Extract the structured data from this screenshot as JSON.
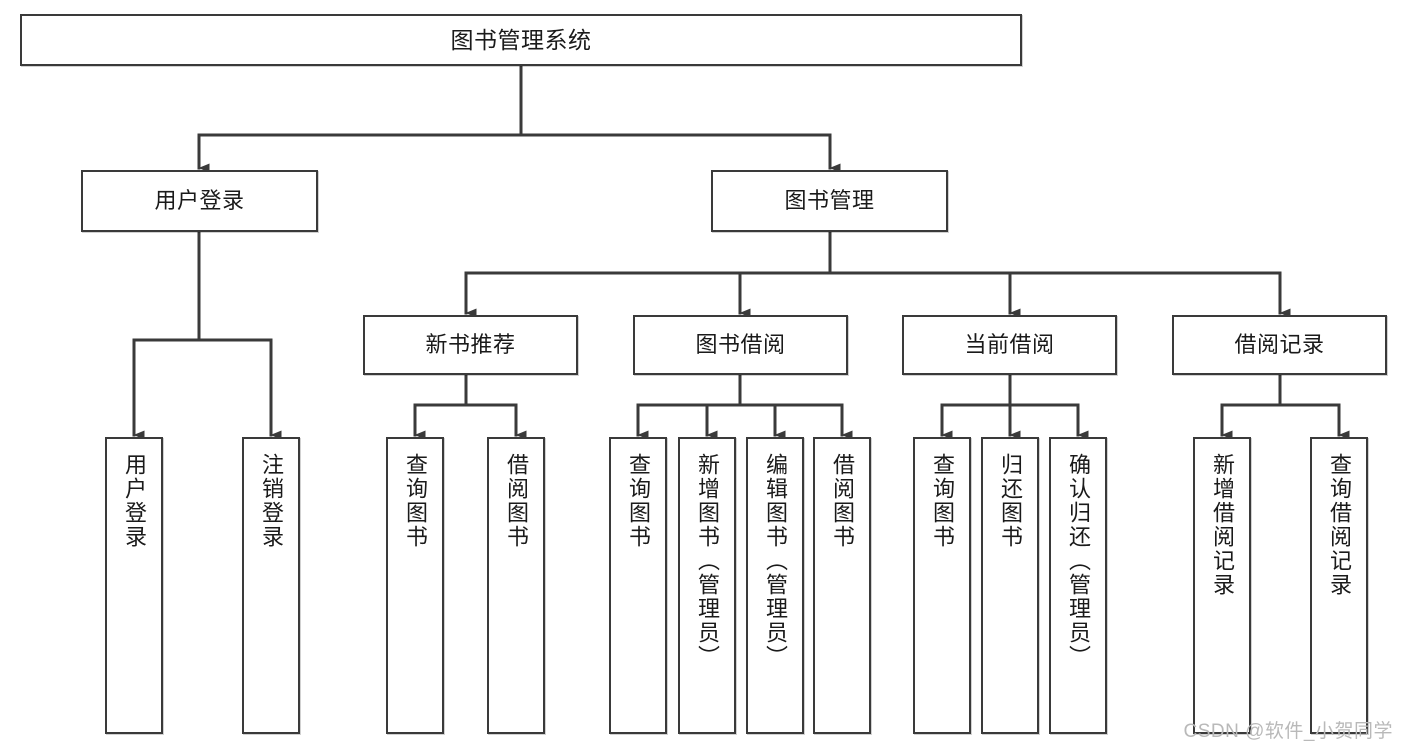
{
  "diagram": {
    "title": "图书管理系统",
    "watermark": "CSDN @软件_小贺同学",
    "colors": {
      "background": "#ffffff",
      "box_border": "#3a3a3a",
      "box_fill": "#ffffff",
      "connector": "#3a3a3a",
      "text": "#1a1a1a",
      "watermark": "#b9b9b9"
    },
    "root": {
      "label": "图书管理系统"
    },
    "level2": [
      {
        "label": "用户登录"
      },
      {
        "label": "图书管理"
      }
    ],
    "level3": [
      {
        "label": "新书推荐"
      },
      {
        "label": "图书借阅"
      },
      {
        "label": "当前借阅"
      },
      {
        "label": "借阅记录"
      }
    ],
    "leaves": {
      "user_login": [
        {
          "label": "用户登录"
        },
        {
          "label": "注销登录"
        }
      ],
      "new_book_recommend": [
        {
          "label": "查询图书"
        },
        {
          "label": "借阅图书"
        }
      ],
      "book_borrow": [
        {
          "label": "查询图书"
        },
        {
          "label": "新增图书（管理员）"
        },
        {
          "label": "编辑图书（管理员）"
        },
        {
          "label": "借阅图书"
        }
      ],
      "current_borrow": [
        {
          "label": "查询图书"
        },
        {
          "label": "归还图书"
        },
        {
          "label": "确认归还（管理员）"
        }
      ],
      "borrow_records": [
        {
          "label": "新增借阅记录"
        },
        {
          "label": "查询借阅记录"
        }
      ]
    }
  }
}
